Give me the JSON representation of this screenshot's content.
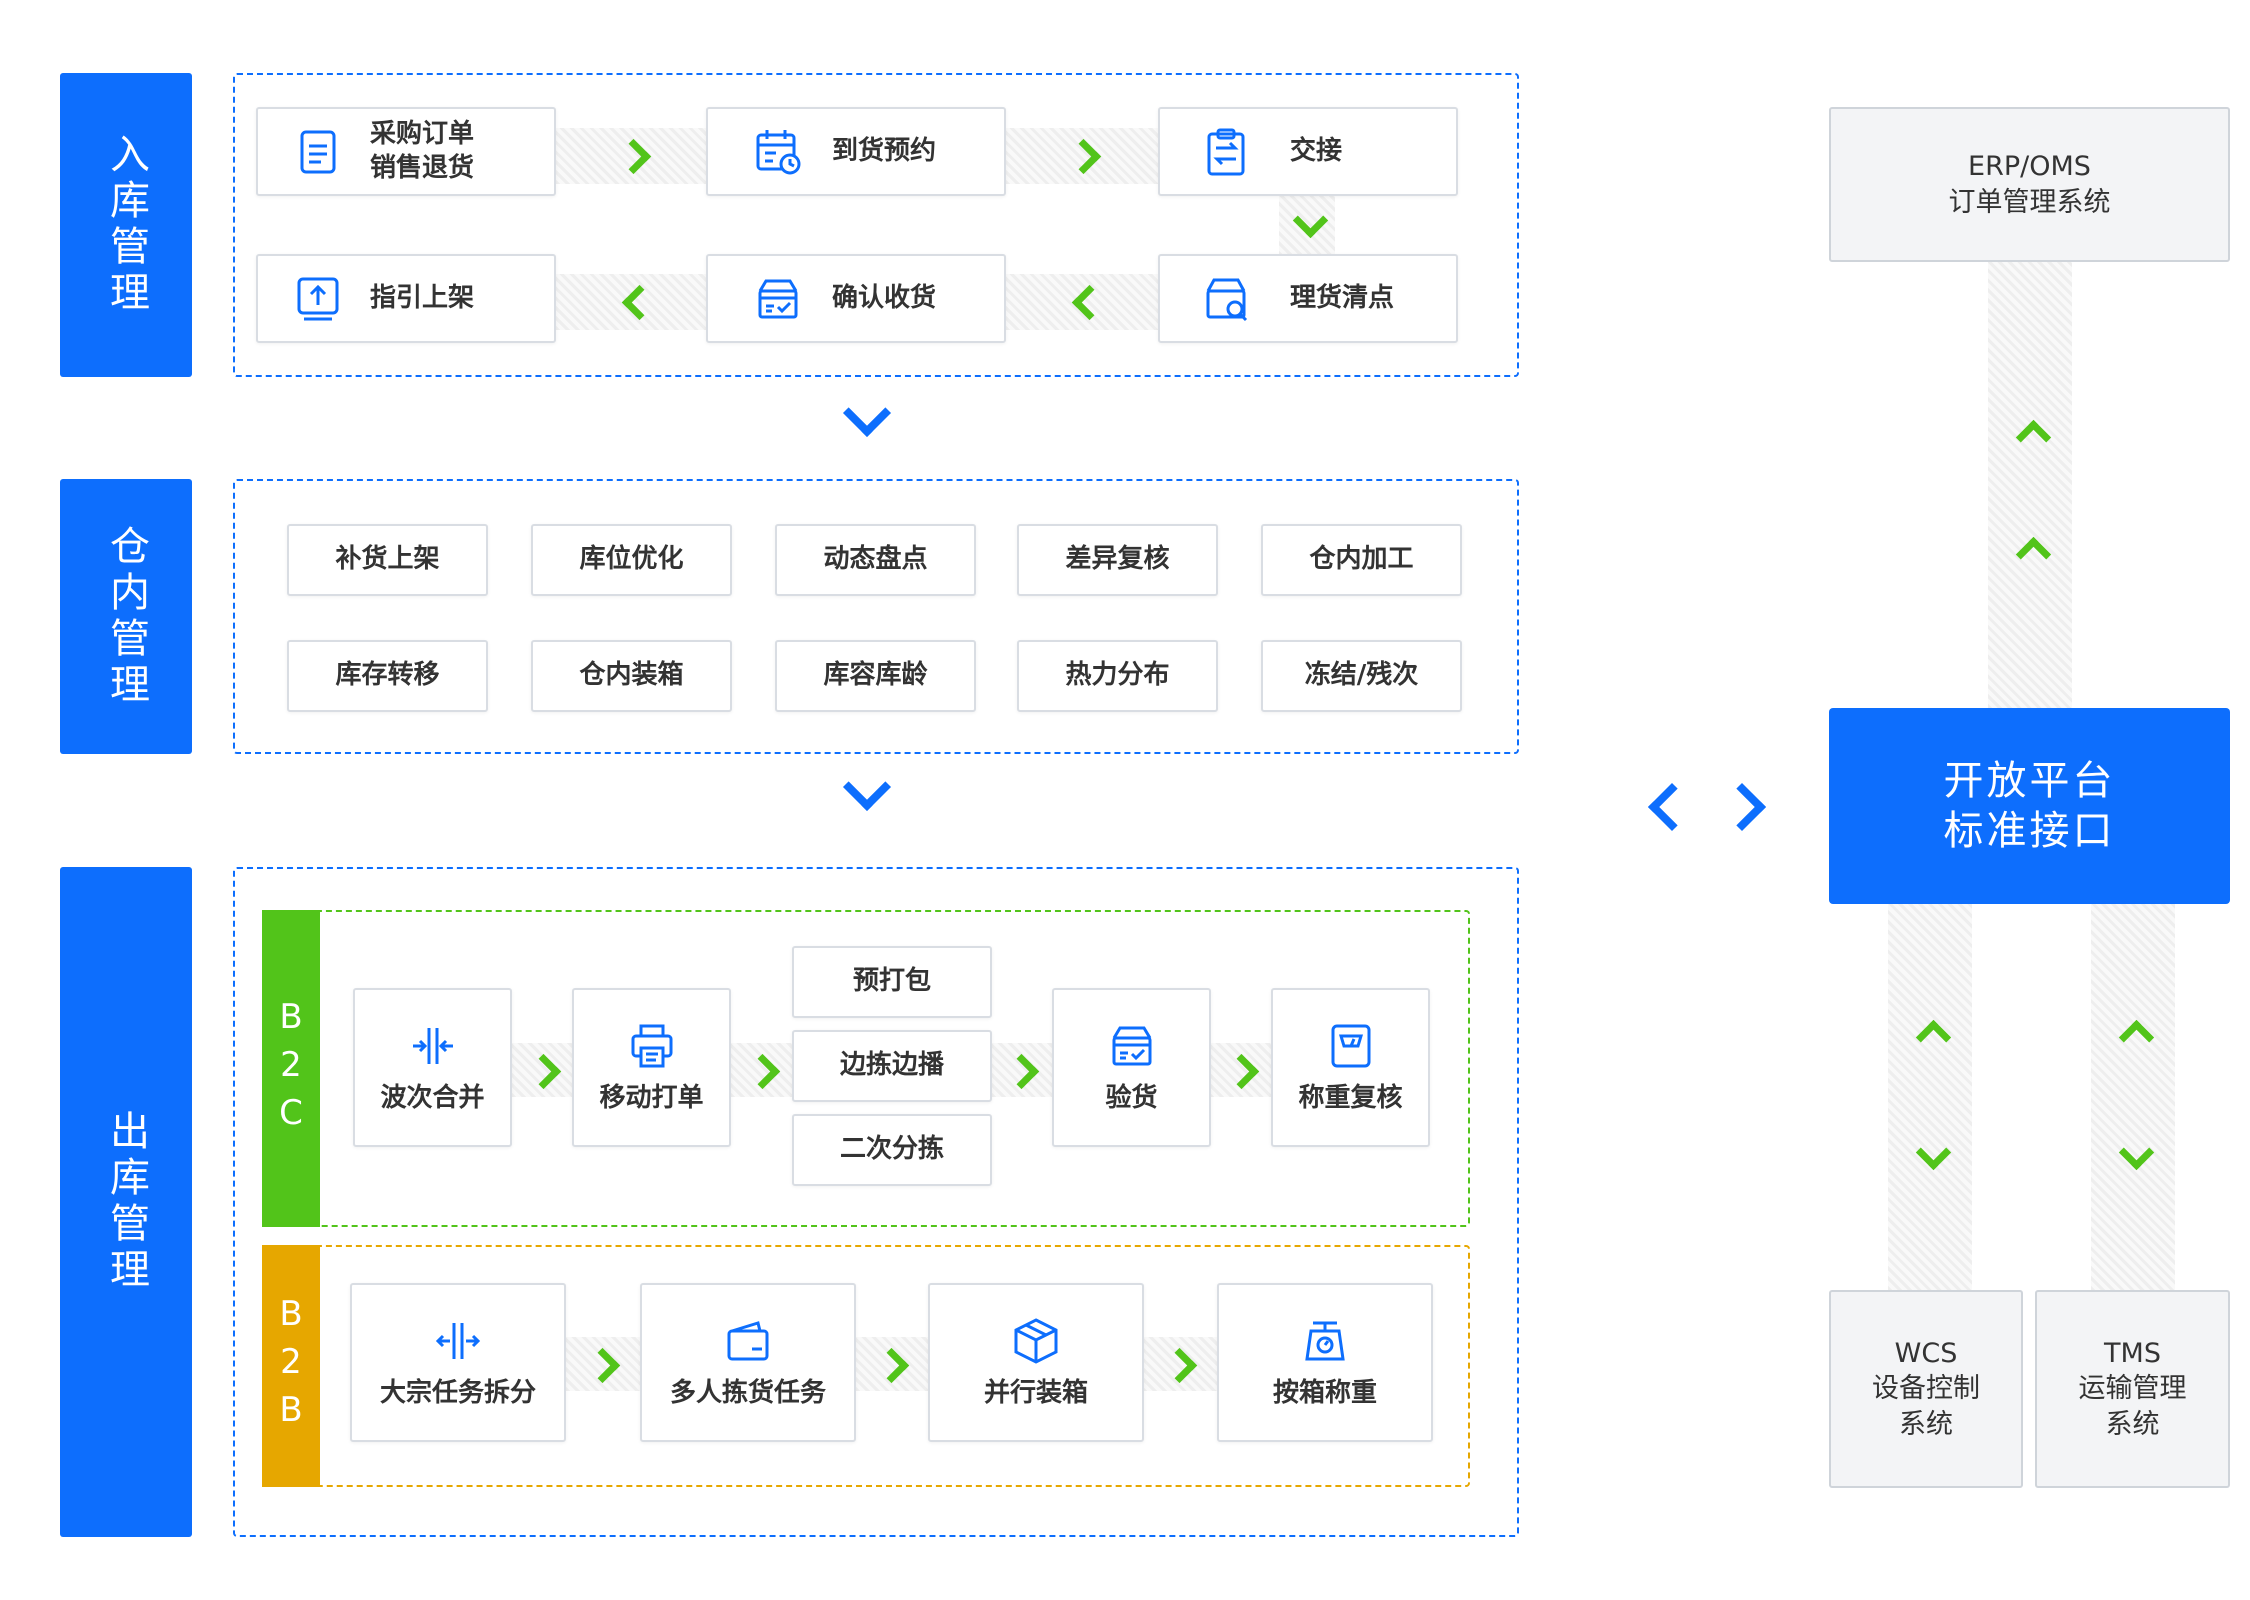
{
  "sections": {
    "inbound": "入库管理",
    "inventory": "仓内管理",
    "outbound": "出库管理"
  },
  "inbound": {
    "steps": [
      {
        "label": "采购订单\n销售退货",
        "icon": "document-icon"
      },
      {
        "label": "到货预约",
        "icon": "calendar-clock-icon"
      },
      {
        "label": "交接",
        "icon": "clipboard-transfer-icon"
      },
      {
        "label": "理货清点",
        "icon": "box-search-icon"
      },
      {
        "label": "确认收货",
        "icon": "box-check-icon"
      },
      {
        "label": "指引上架",
        "icon": "upload-icon"
      }
    ]
  },
  "inventory": {
    "items": [
      "补货上架",
      "库位优化",
      "动态盘点",
      "差异复核",
      "仓内加工",
      "库存转移",
      "仓内装箱",
      "库容库龄",
      "热力分布",
      "冻结/残次"
    ]
  },
  "outbound": {
    "b2c": {
      "tag": "B2C",
      "color": "#52c41a",
      "steps": [
        {
          "label": "波次合并",
          "icon": "merge-icon"
        },
        {
          "label": "移动打单",
          "icon": "printer-icon"
        },
        {
          "label": "验货",
          "icon": "box-check-icon"
        },
        {
          "label": "称重复核",
          "icon": "scale-icon"
        }
      ],
      "options": [
        "预打包",
        "边拣边播",
        "二次分拣"
      ]
    },
    "b2b": {
      "tag": "B2B",
      "color": "#e6a700",
      "steps": [
        {
          "label": "大宗任务拆分",
          "icon": "split-icon"
        },
        {
          "label": "多人拣货任务",
          "icon": "wallet-icon"
        },
        {
          "label": "并行装箱",
          "icon": "cube-icon"
        },
        {
          "label": "按箱称重",
          "icon": "weighing-scale-icon"
        }
      ]
    }
  },
  "right": {
    "erp": "ERP/OMS\n订单管理系统",
    "platform": "开放平台\n标准接口",
    "wcs": "WCS\n设备控制\n系统",
    "tms": "TMS\n运输管理\n系统"
  },
  "colors": {
    "primary": "#0d6efd",
    "arrow": "#52c41a",
    "b2c": "#52c41a",
    "b2b": "#e6a700"
  }
}
